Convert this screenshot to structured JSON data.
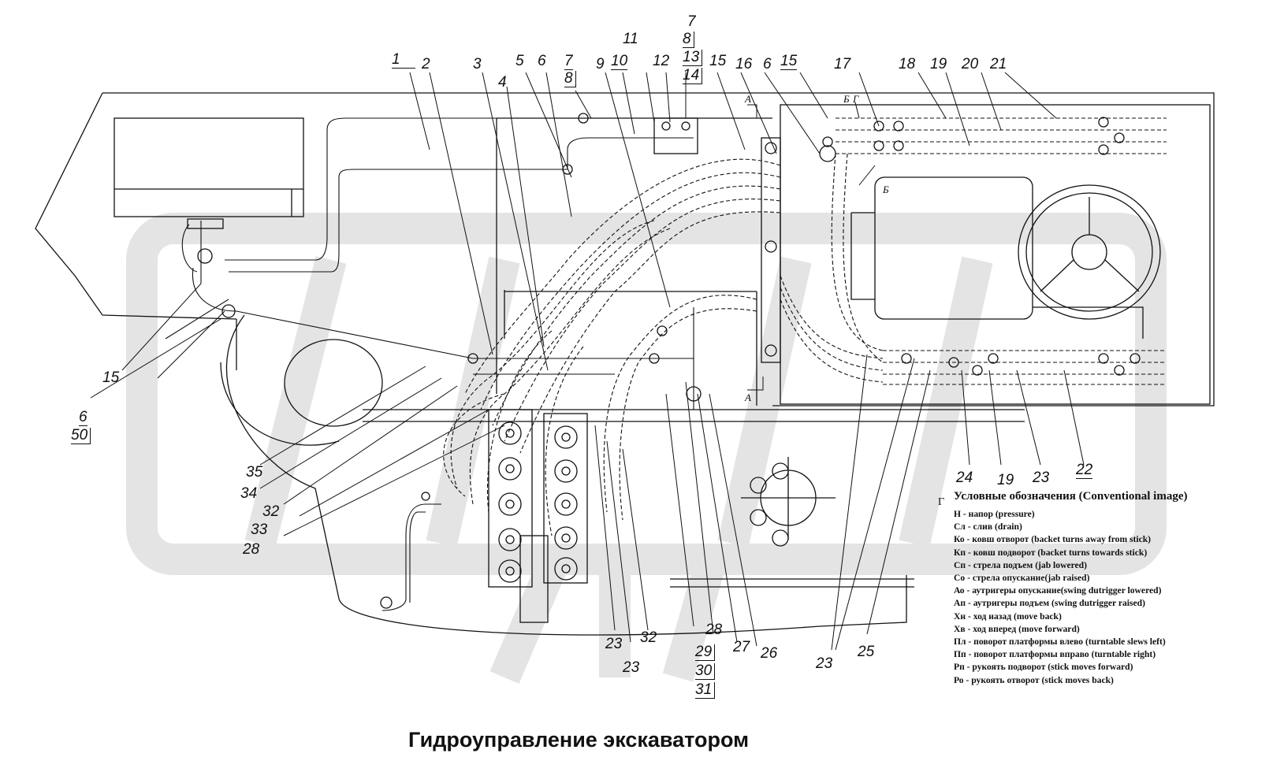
{
  "caption": "Гидроуправление экскаватором",
  "callouts": {
    "c1": "1",
    "c2": "2",
    "c3": "3",
    "c4": "4",
    "c5": "5",
    "c6a": "6",
    "c7a": "7",
    "c8a": "8",
    "c9": "9",
    "c10": "10",
    "c11": "11",
    "c12": "12",
    "c7b": "7",
    "c8b": "8",
    "c13": "13",
    "c14": "14",
    "c15a": "15",
    "c16": "16",
    "c6b": "6",
    "c15b": "15",
    "c17": "17",
    "c18": "18",
    "c19a": "19",
    "c20": "20",
    "c21": "21",
    "c15c": "15",
    "c6c": "6",
    "c50": "50",
    "c35": "35",
    "c34": "34",
    "c32a": "32",
    "c33": "33",
    "c28a": "28",
    "c23a": "23",
    "c23b": "23",
    "c32b": "32",
    "c28b": "28",
    "c29": "29",
    "c30": "30",
    "c31": "31",
    "c27": "27",
    "c26": "26",
    "c23c": "23",
    "c25": "25",
    "c24": "24",
    "c19b": "19",
    "c23d": "23",
    "c22": "22"
  },
  "section_marks": {
    "a1": "A",
    "a2": "A",
    "b1": "Б",
    "b2": "Б",
    "g1": "Г",
    "g2": "Г"
  },
  "legend": {
    "title": "Условные обозначения (Conventional image)",
    "items": [
      "Н - напор (pressure)",
      "Сл - слив (drain)",
      "Ко - ковш отворот (backet turns away from stick)",
      "Кп - ковш подворот (backet turns towards stick)",
      "Сп - стрела подъем (jab lowered)",
      "Со - стрела опускание(jab raised)",
      "Ао - аутригеры опускание(swing dutrigger lowered)",
      "Ап - аутригеры подъем (swing dutrigger raised)",
      "Хн - ход назад (move back)",
      "Хв - ход вперед (move forward)",
      "Пл - поворот платформы влево (turntable slews left)",
      "Пп - поворот платформы вправо (turntable right)",
      "Рп - рукоять подворот (stick moves forward)",
      "Ро - рукоять отворот (stick moves back)"
    ]
  },
  "colors": {
    "ink": "#111111",
    "paper": "#ffffff",
    "watermark": "#e4e4e4"
  }
}
